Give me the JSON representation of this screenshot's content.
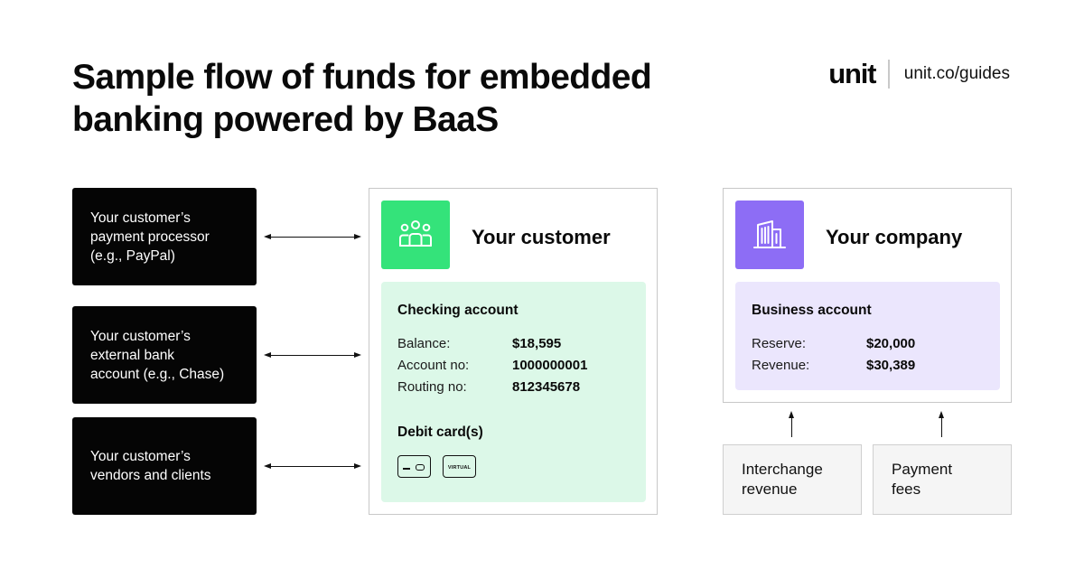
{
  "title": {
    "line1": "Sample flow of funds for embedded",
    "line2": "banking powered by BaaS"
  },
  "brand": {
    "logo": "unit",
    "url": "unit.co/guides"
  },
  "sources": [
    {
      "label": "Your customer’s\npayment processor\n(e.g., PayPal)"
    },
    {
      "label": "Your customer’s\nexternal bank\naccount (e.g., Chase)"
    },
    {
      "label": "Your customer’s\nvendors and clients"
    }
  ],
  "customer": {
    "title": "Your customer",
    "icon": "people-group-icon",
    "color": "#34e37a",
    "account": {
      "heading": "Checking account",
      "bg": "#dcf8e8",
      "rows": [
        {
          "label": "Balance:",
          "value": "$18,595"
        },
        {
          "label": "Account no:",
          "value": "1000000001"
        },
        {
          "label": "Routing no:",
          "value": "812345678"
        }
      ],
      "cards_heading": "Debit card(s)",
      "virtual_label": "VIRTUAL"
    }
  },
  "company": {
    "title": "Your company",
    "icon": "office-building-icon",
    "color": "#8d6df5",
    "account": {
      "heading": "Business account",
      "bg": "#ebe6fd",
      "rows": [
        {
          "label": "Reserve:",
          "value": "$20,000"
        },
        {
          "label": "Revenue:",
          "value": "$30,389"
        }
      ]
    }
  },
  "revenue_sources": [
    {
      "label": "Interchange\nrevenue"
    },
    {
      "label": "Payment\nfees"
    }
  ]
}
